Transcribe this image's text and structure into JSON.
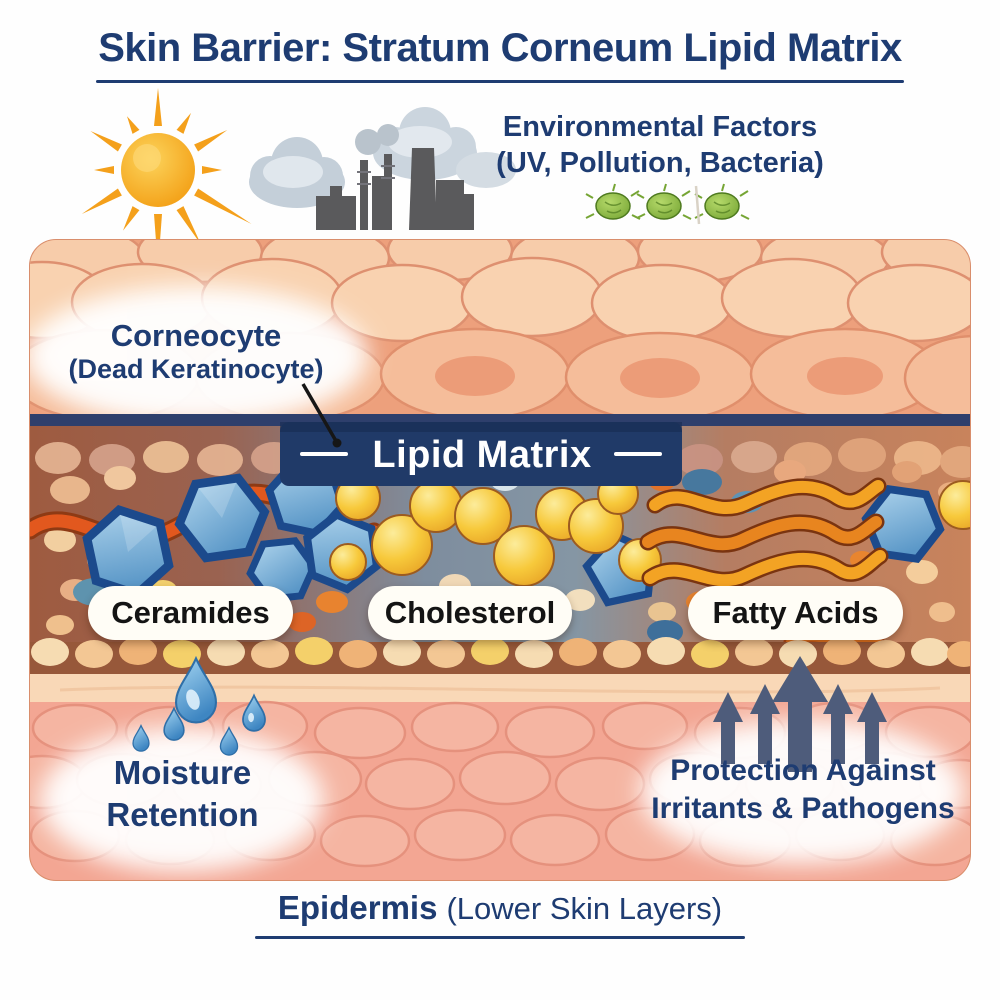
{
  "title": "Skin Barrier: Stratum Corneum Lipid Matrix",
  "environment": {
    "line1": "Environmental Factors",
    "line2": "(UV, Pollution, Bacteria)"
  },
  "corneocyte": {
    "line1": "Corneocyte",
    "line2": "(Dead Keratinocyte)"
  },
  "lipid_matrix_banner": "Lipid Matrix",
  "components": {
    "ceramides": "Ceramides",
    "cholesterol": "Cholesterol",
    "fatty_acids": "Fatty Acids"
  },
  "benefits": {
    "moisture_line1": "Moisture",
    "moisture_line2": "Retention",
    "protection_line1": "Protection Against",
    "protection_line2": "Irritants & Pathogens"
  },
  "footer": {
    "bold": "Epidermis",
    "rest": "(Lower Skin Layers)"
  },
  "icons": {
    "sun": "sun-icon",
    "clouds": "cloud-icon",
    "factory": "factory-icon",
    "bacteria": "bacteria-icon",
    "water_drops": "water-drop-icon",
    "protection_arrows": "arrow-up-icon",
    "ceramide_shape": "blue-hexagon-icon",
    "cholesterol_shape": "yellow-sphere-icon",
    "fatty_acid_shape": "orange-wave-icon"
  },
  "colors": {
    "navy_text": "#1e3c72",
    "banner": "#203a68",
    "hexagon_fill": "#7db3dc",
    "hexagon_border": "#1c4a8c",
    "sphere": "#f6c93b",
    "wave": "#f3a324",
    "droplet": "#4e92c8",
    "arrow": "#4e5c7b",
    "corneocyte_cell": "#f8cfae",
    "lipid_left": "#9e5b40",
    "lipid_mid": "#8596a4",
    "lipid_right": "#c8835c",
    "epidermis": "#f3a693",
    "label_pill": "#fffdf6",
    "bacteria_green": "#76a534"
  }
}
